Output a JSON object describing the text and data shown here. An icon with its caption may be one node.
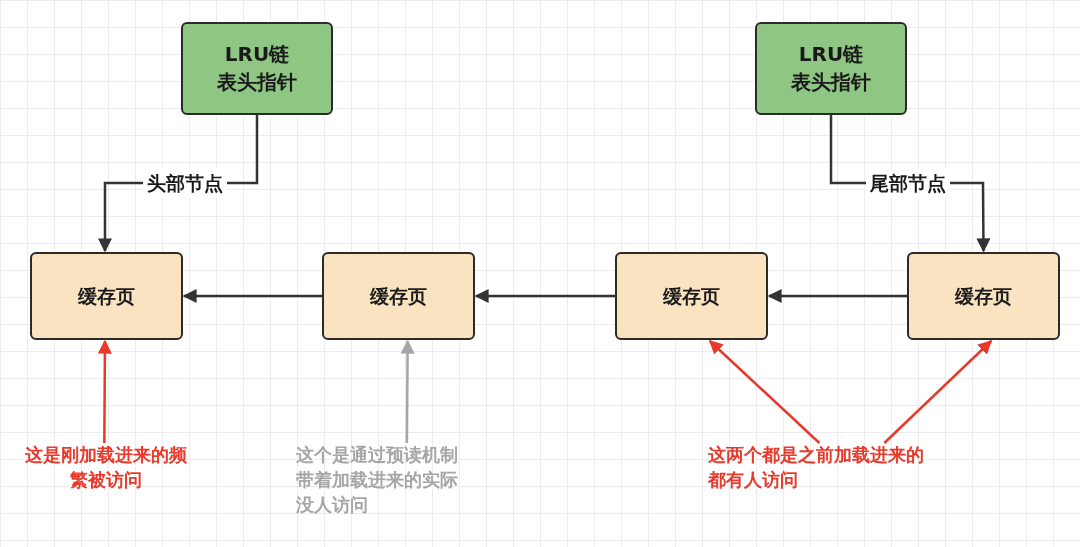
{
  "diagram": {
    "nodes": [
      {
        "text": [
          "LRU链表头指针"
        ]
      },
      {
        "text": [
          "LRU链表头指针"
        ]
      },
      {
        "text": [
          "缓存页"
        ]
      },
      {
        "text": [
          "缓存页"
        ]
      },
      {
        "text": [
          "缓存页"
        ]
      },
      {
        "text": [
          "缓存页"
        ]
      },
      {
        "text": [
          "这是刚加载进来的频繁被访问"
        ]
      },
      {
        "text": [
          "这个是通过预读机制带着加载进来的实际没人访问"
        ]
      },
      {
        "text": [
          "这两个都是之前加载进来的都有人访问"
        ]
      }
    ],
    "edges": [
      {
        "from": 0,
        "to": 2,
        "arrow": "to",
        "label": "头部节点"
      },
      {
        "from": 1,
        "to": 5,
        "arrow": "to",
        "label": "尾部节点"
      },
      {
        "from": 5,
        "to": 4,
        "arrow": "to"
      },
      {
        "from": 4,
        "to": 3,
        "arrow": "to"
      },
      {
        "from": 3,
        "to": 2,
        "arrow": "to"
      },
      {
        "from": 6,
        "to": 2,
        "arrow": "to",
        "color": "#e8392b"
      },
      {
        "from": 7,
        "to": 3,
        "arrow": "to",
        "color": "#a6a6a6"
      },
      {
        "from": 8,
        "to": 4,
        "arrow": "to",
        "color": "#e8392b"
      },
      {
        "from": 8,
        "to": 5,
        "arrow": "to",
        "color": "#e8392b"
      }
    ]
  }
}
